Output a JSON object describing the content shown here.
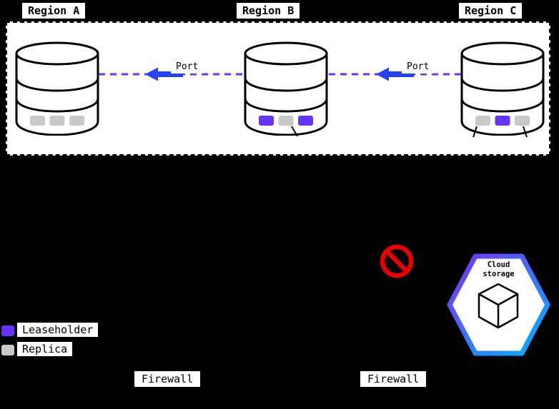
{
  "diagram": {
    "regions": [
      {
        "label": "Region A",
        "replicas": [
          "replica",
          "replica",
          "replica"
        ]
      },
      {
        "label": "Region B",
        "replicas": [
          "leaseholder",
          "replica",
          "leaseholder"
        ]
      },
      {
        "label": "Region C",
        "replicas": [
          "replica",
          "leaseholder",
          "replica"
        ]
      }
    ],
    "connections": [
      {
        "from": "Region A",
        "to": "Region B",
        "port_label": "Port"
      },
      {
        "from": "Region B",
        "to": "Region C",
        "port_label": "Port"
      }
    ],
    "firewalls": [
      {
        "label": "Firewall"
      },
      {
        "label": "Firewall"
      }
    ],
    "legend": [
      {
        "label": "Leaseholder",
        "color": "#6933FF"
      },
      {
        "label": "Replica",
        "color": "#C9C9C9"
      }
    ],
    "cloud_storage": {
      "line1": "Cloud",
      "line2": "storage"
    },
    "colors": {
      "leaseholder": "#6933FF",
      "replica": "#C9C9C9",
      "connection": "#6933FF",
      "arrow": "#2743EF",
      "prohibited": "#E60000",
      "hex_gradient_start": "#7B2FF7",
      "hex_gradient_end": "#00B3FF"
    }
  }
}
